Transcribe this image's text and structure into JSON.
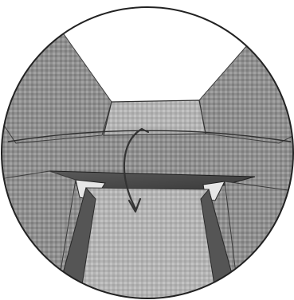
{
  "image": {
    "subject": "origami-fold-step-photo",
    "frame_shape": "circle",
    "grayscale": true,
    "fold_arrow": {
      "icon": "curved-arrow-icon",
      "direction": "down"
    },
    "colors": {
      "background": "#ffffff",
      "paper_dark": "#6f6f6f",
      "paper_mid": "#9c9c9c",
      "paper_light": "#c9c9c9",
      "paper_shadow": "#4a4a4a",
      "outline": "#222222",
      "arrow": "#333333"
    }
  }
}
